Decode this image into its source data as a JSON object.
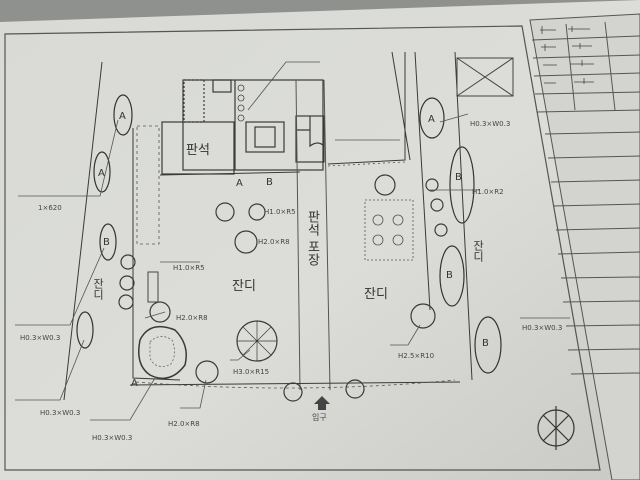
{
  "photo": {
    "subject": "hand-drawn landscape site plan on drafting paper",
    "colors": {
      "paper": "#dcdcd8",
      "paper_shadow": "#b9bab6",
      "ink": "#3a3a3a",
      "ink_light": "#6a6a6a",
      "background": "#8f918e"
    }
  },
  "labels": {
    "pan_seok": "판석",
    "pan_seok_pojang": "판석 포장",
    "jandi_center": "잔디",
    "jandi_right": "잔디",
    "jandi_left_side": "잔디",
    "jandi_right_side": "잔디",
    "entrance": "입구",
    "spec_1": "H2.0×R8",
    "spec_2": "H3.0×R15",
    "spec_3": "H2.5×R10",
    "spec_4": "H0.3×W0.3",
    "spec_5": "H0.3×W0.3",
    "spec_6": "H1.0×R5",
    "spec_7": "1×620",
    "spec_8": "H2.0×R8",
    "spec_9": "H2.0×R8",
    "spec_10": "H1.0×R5",
    "spec_11": "H0.3×W0.3",
    "spec_12": "H1.0×R2"
  }
}
